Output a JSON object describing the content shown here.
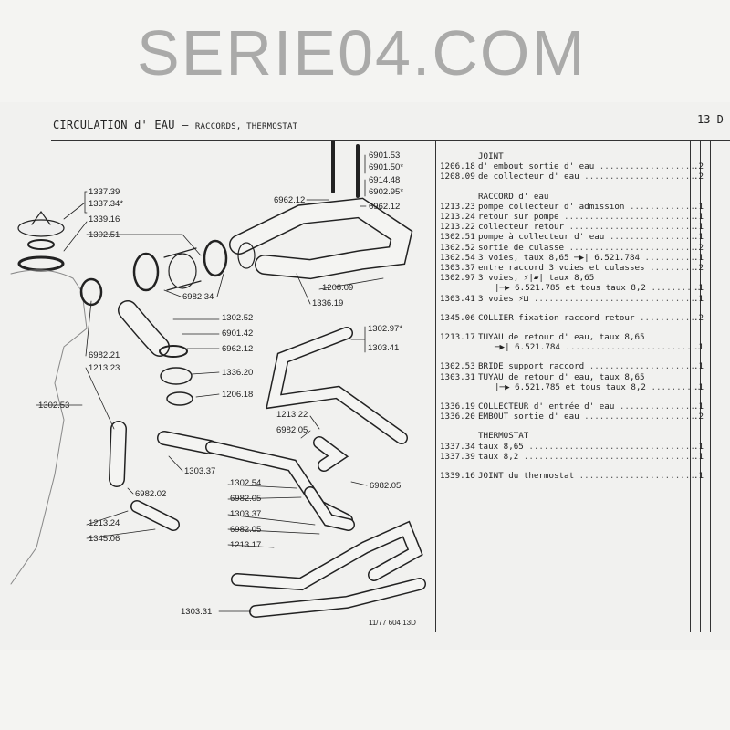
{
  "header": {
    "title_main": "CIRCULATION d' EAU  – ",
    "title_sub": "RACCORDS, THERMOSTAT",
    "page_number": "13 D"
  },
  "diagram": {
    "labels": [
      "1337.39",
      "1337.34*",
      "1339.16",
      "1302.51",
      "6901.53",
      "6901.50*",
      "6914.48",
      "6902.95*",
      "6962.12",
      "6962.12",
      "6982.34",
      "1208.09",
      "1336.19",
      "1302.52",
      "6901.42",
      "6962.12",
      "1336.20",
      "1206.18",
      "1302.97*",
      "1303.41",
      "6982.21",
      "1213.23",
      "1302.53",
      "1213.22",
      "6982.05",
      "1303.37",
      "6982.02",
      "1302.54",
      "6982.05",
      "1303.37",
      "6982.05",
      "1213.17",
      "6982.05",
      "1213.24",
      "1345.06",
      "1303.31"
    ],
    "code": "11/77  604 13D"
  },
  "parts_list": [
    {
      "heading": "JOINT",
      "items": [
        {
          "ref": "1206.18",
          "desc": "d' embout sortie d' eau",
          "qty": ".2"
        },
        {
          "ref": "1208.09",
          "desc": "de collecteur d' eau",
          "qty": ".2"
        }
      ]
    },
    {
      "heading": "RACCORD d' eau",
      "items": [
        {
          "ref": "1213.23",
          "desc": "pompe collecteur d' admission",
          "qty": ".1"
        },
        {
          "ref": "1213.24",
          "desc": "retour sur pompe",
          "qty": ".1"
        },
        {
          "ref": "1213.22",
          "desc": "collecteur retour",
          "qty": ".1"
        },
        {
          "ref": "1302.51",
          "desc": "pompe à collecteur d' eau",
          "qty": ".1"
        },
        {
          "ref": "1302.52",
          "desc": "sortie de culasse",
          "qty": ".2"
        },
        {
          "ref": "1302.54",
          "desc": "3 voies, taux 8,65 ─▶| 6.521.784",
          "qty": ".1"
        },
        {
          "ref": "1303.37",
          "desc": "entre raccord 3 voies et culasses",
          "qty": ".2"
        },
        {
          "ref": "1302.97",
          "desc": "3 voies, ⚡|▰| taux 8,65",
          "cont": "|─▶ 6.521.785 et tous taux 8,2",
          "qty": ".1"
        },
        {
          "ref": "1303.41",
          "desc": "3 voies ⚡⊔",
          "qty": ".1"
        }
      ]
    },
    {
      "heading": "",
      "items": [
        {
          "ref": "1345.06",
          "desc": "COLLIER fixation raccord retour",
          "qty": ".2"
        }
      ]
    },
    {
      "heading": "",
      "items": [
        {
          "ref": "1213.17",
          "desc": "TUYAU de retour d' eau, taux 8,65",
          "cont": "─▶| 6.521.784",
          "qty": ".1"
        }
      ]
    },
    {
      "heading": "",
      "items": [
        {
          "ref": "1302.53",
          "desc": "BRIDE support raccord",
          "qty": ".1"
        },
        {
          "ref": "1303.31",
          "desc": "TUYAU de retour d' eau, taux 8,65",
          "cont": "|─▶ 6.521.785 et tous taux 8,2",
          "qty": ".1"
        }
      ]
    },
    {
      "heading": "",
      "items": [
        {
          "ref": "1336.19",
          "desc": "COLLECTEUR d' entrée d' eau",
          "qty": ".1"
        },
        {
          "ref": "1336.20",
          "desc": "EMBOUT sortie d' eau",
          "qty": ".2"
        }
      ]
    },
    {
      "heading": "THERMOSTAT",
      "items": [
        {
          "ref": "1337.34",
          "desc": "taux 8,65",
          "qty": ".1"
        },
        {
          "ref": "1337.39",
          "desc": "taux 8,2",
          "qty": ".1"
        }
      ]
    },
    {
      "heading": "",
      "items": [
        {
          "ref": "1339.16",
          "desc": "JOINT du thermostat",
          "qty": ".1"
        }
      ]
    }
  ],
  "watermark": "SERIE04.COM"
}
